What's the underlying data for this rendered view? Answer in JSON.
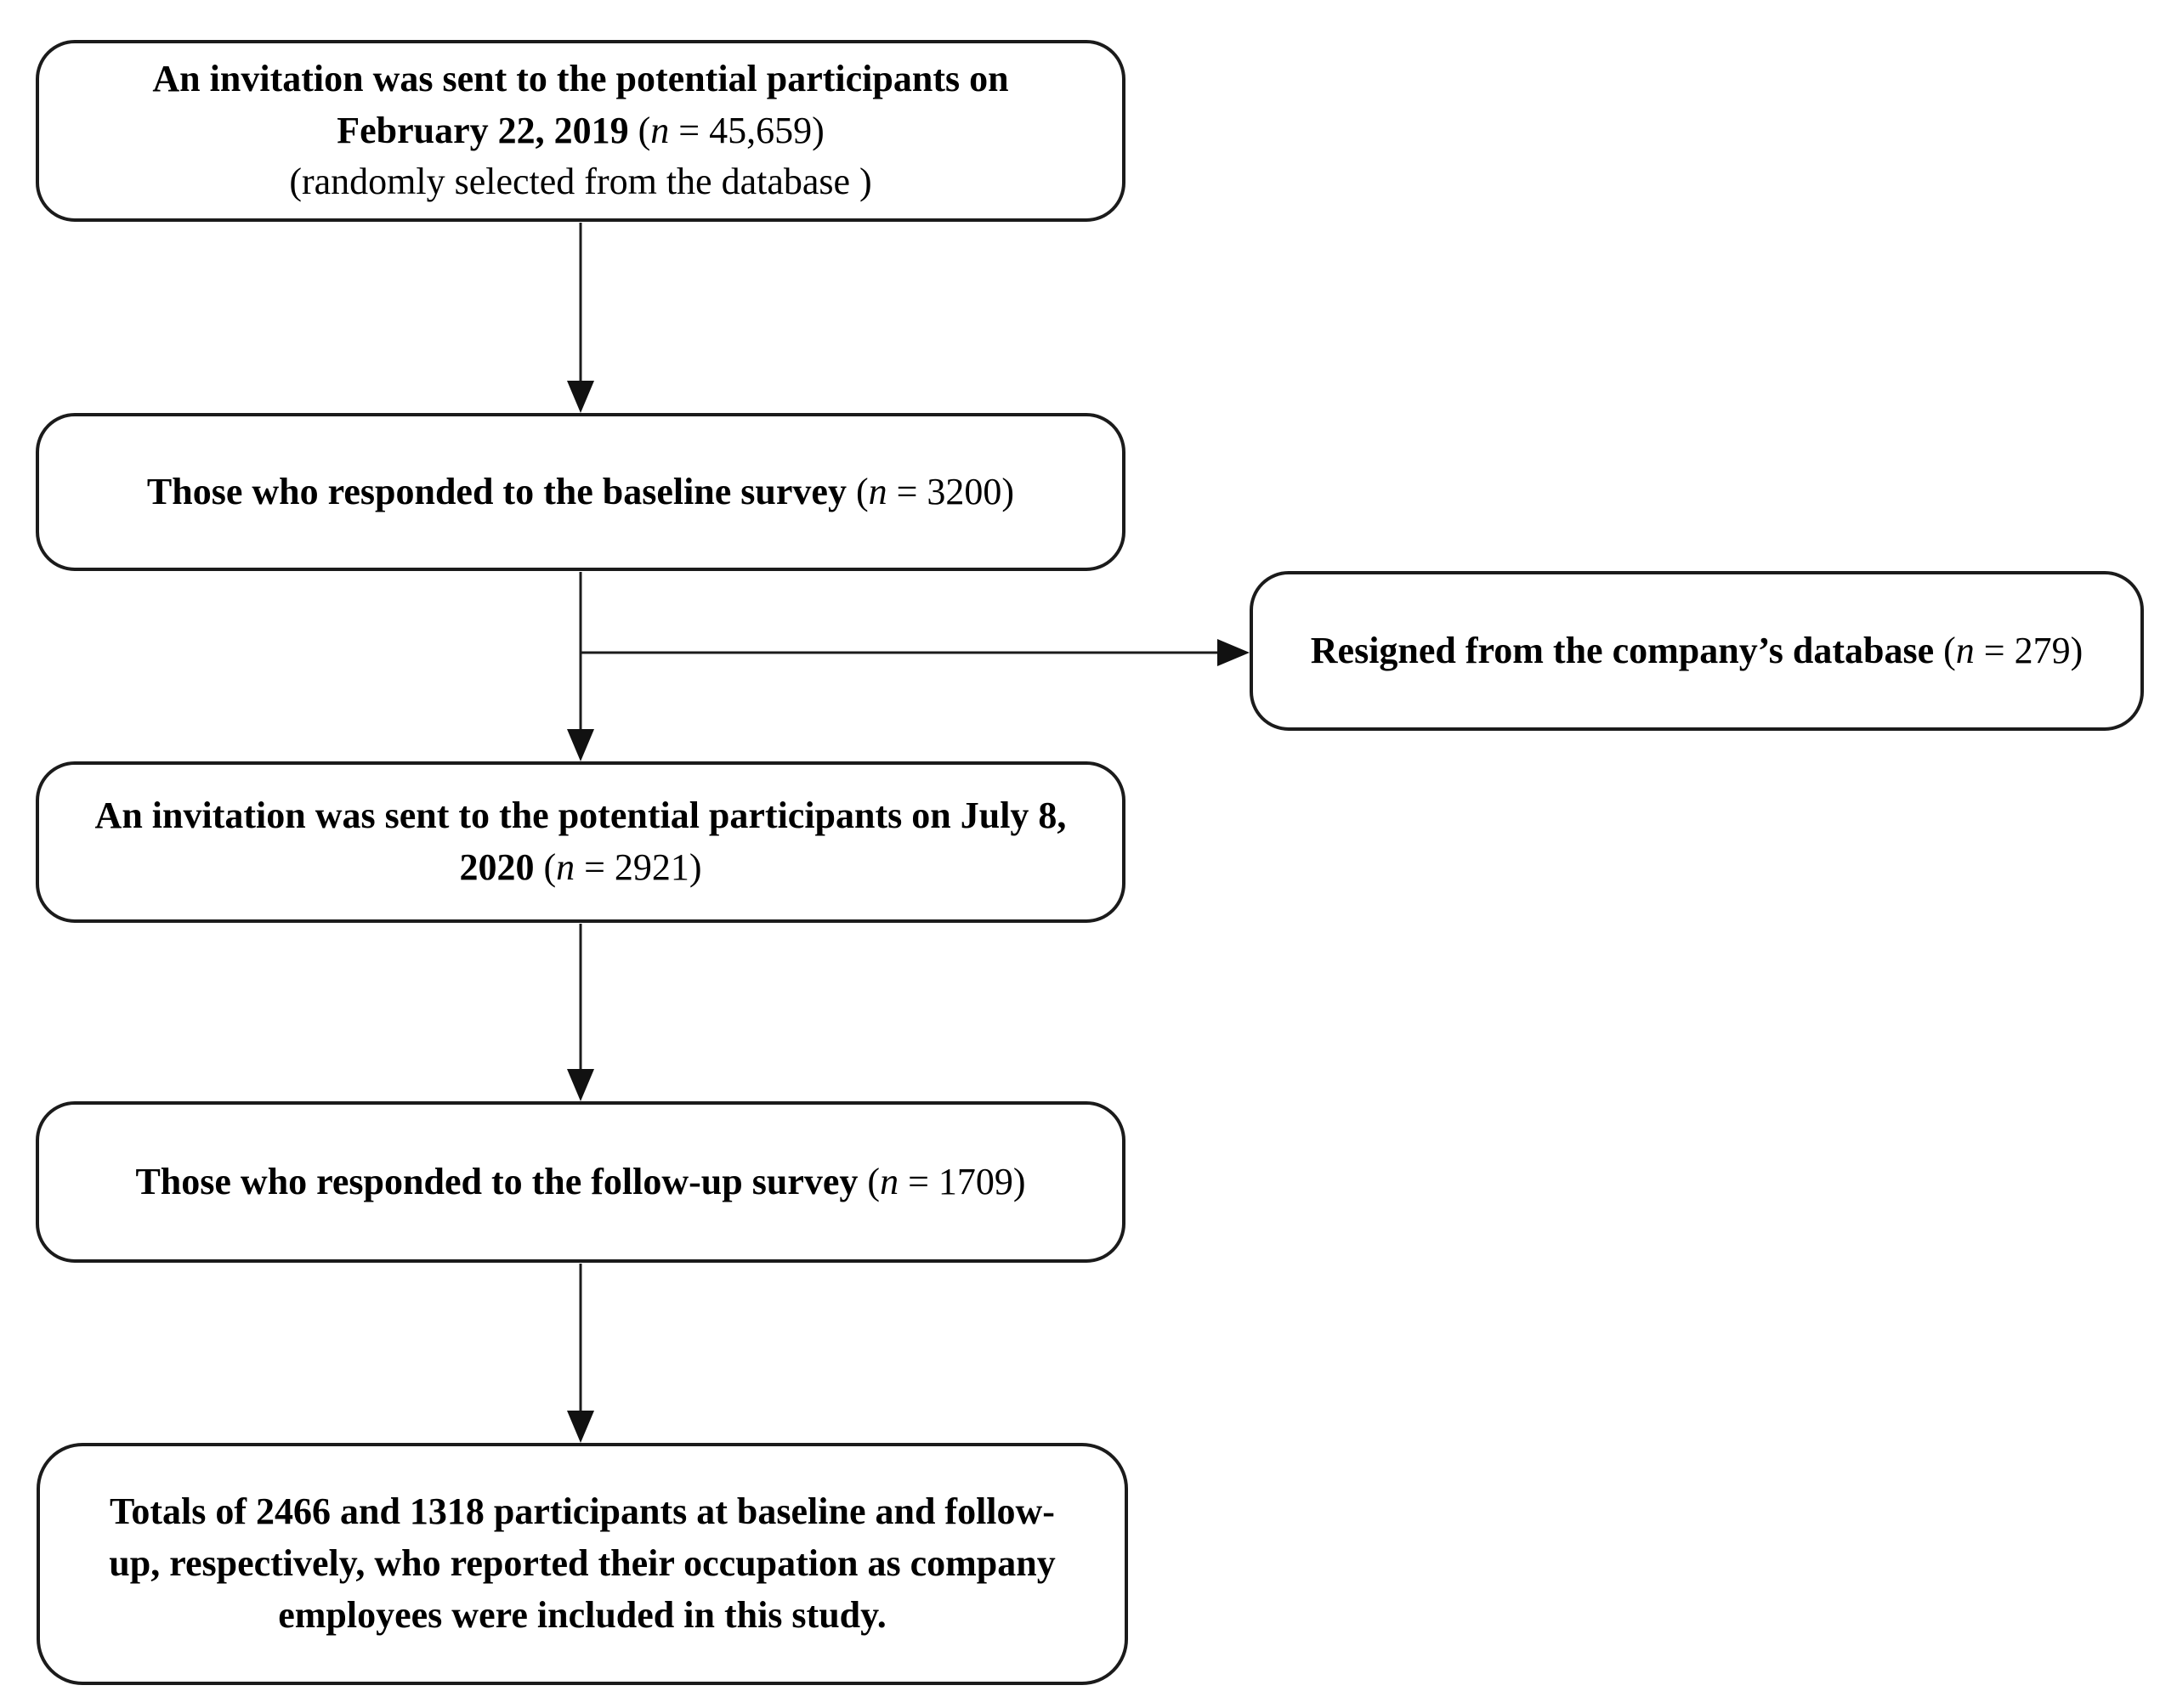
{
  "figure": {
    "type": "participant-flowchart",
    "background_color": "#ffffff",
    "line_color": "#1c1c1c"
  },
  "flow": {
    "box1": {
      "main": "An invitation was sent to the potential participants on February 22, 2019 ",
      "n_open": "(",
      "n_italic": "n",
      "n_rest": " = 45,659)",
      "subtext": "(randomly selected from the database )"
    },
    "box2": {
      "main": "Those who responded to the baseline survey ",
      "n_open": "(",
      "n_italic": "n",
      "n_rest": " = 3200)"
    },
    "box_resigned": {
      "main": "Resigned from the company’s database ",
      "n_open": "(",
      "n_italic": "n",
      "n_rest": " = 279)"
    },
    "box3": {
      "main": "An invitation was sent to the potential participants on July 8, 2020 ",
      "n_open": "(",
      "n_italic": "n",
      "n_rest": " = 2921)"
    },
    "box4": {
      "main": "Those who responded to the follow-up survey ",
      "n_open": "(",
      "n_italic": "n",
      "n_rest": " = 1709)"
    },
    "box5": {
      "main": "Totals of 2466 and 1318 participants at baseline and follow-up, respectively, who reported their occupation as company employees were included in this study."
    }
  }
}
